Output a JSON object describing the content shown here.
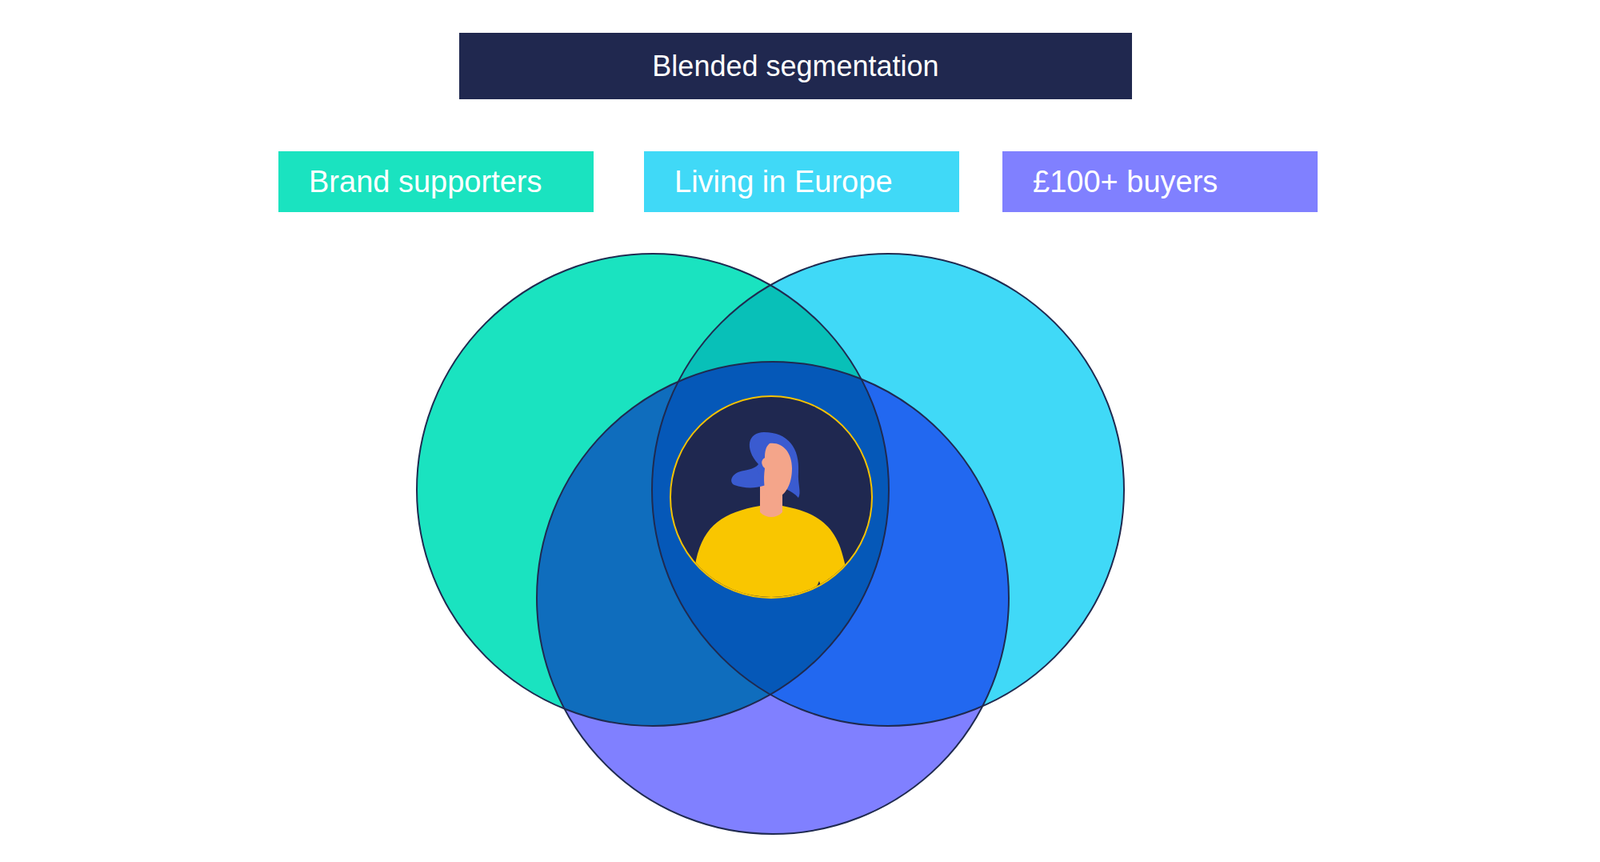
{
  "diagram": {
    "title": "Blended segmentation",
    "nodes": [
      {
        "text": [
          "Brand supporters"
        ]
      },
      {
        "text": [
          "Living in Europe"
        ]
      },
      {
        "text": [
          "£100+ buyers"
        ]
      }
    ]
  }
}
